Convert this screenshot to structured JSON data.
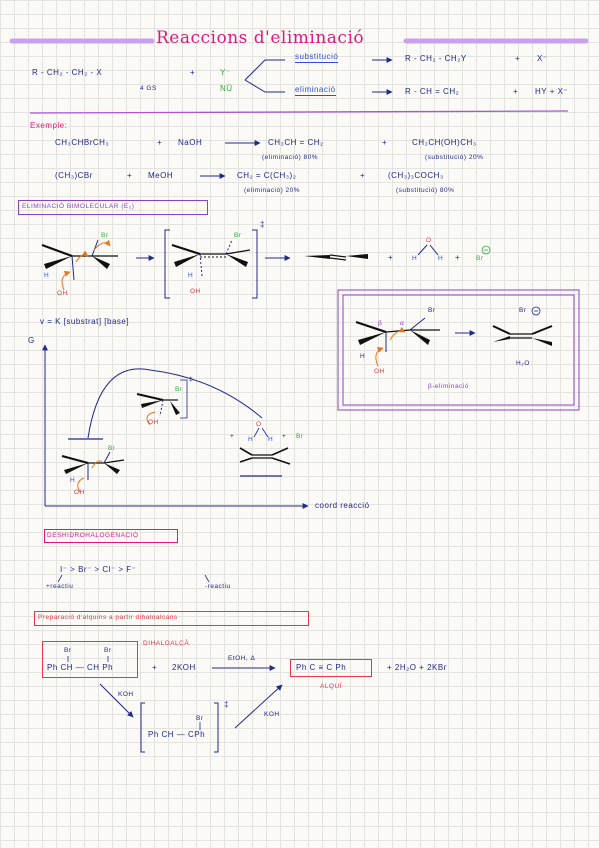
{
  "title": "Reaccions d'eliminació",
  "general": {
    "substrate": "R - CH₂ - CH₂ - X",
    "gs": "4 GS",
    "plus": "+",
    "reagent_top": "Y⁻",
    "reagent_bottom": "NÜ",
    "path_subst_label": "substitució",
    "path_subst_product": "R - CH₂ - CH₂Y",
    "path_subst_plus": "+",
    "path_subst_ion": "X⁻",
    "path_elim_label": "eliminació",
    "path_elim_product": "R - CH = CH₂",
    "path_elim_plus": "+",
    "path_elim_tail": "HY + X⁻"
  },
  "example": {
    "heading": "Exemple:",
    "r1_reactant": "CH₃CHBrCH₃",
    "r1_plus": "+",
    "r1_reagent": "NaOH",
    "r1_p1": "CH₃CH = CH₂",
    "r1_plus2": "+",
    "r1_p2": "CH₃CH(OH)CH₃",
    "r1_p1_note": "(eliminació) 80%",
    "r1_p2_note": "(substitució) 20%",
    "r2_reactant": "(CH₃)CBr",
    "r2_plus": "+",
    "r2_reagent": "MeOH",
    "r2_p1": "CH₂ = C(CH₃)₂",
    "r2_plus2": "+",
    "r2_p2": "(CH₃)₃COCH₃",
    "r2_p1_note": "(eliminació) 20%",
    "r2_p2_note": "(substitució) 80%"
  },
  "e2": {
    "heading": "ELIMINACIÓ BIMOLECULAR (E₂)",
    "br": "Br",
    "h": "H",
    "oh": "OH",
    "ts_mark": "‡",
    "o": "O",
    "plus": "+",
    "br_minus": "Br",
    "rate": "v = K [substrat] [base]"
  },
  "beta": {
    "br": "Br",
    "beta": "β",
    "alpha": "α",
    "h": "H",
    "oh": "OH",
    "br_minus": "Br",
    "water": "H₂O",
    "label": "β-eliminació"
  },
  "energy": {
    "y_label": "G",
    "x_label": "coord reacció",
    "ts_mark": "‡",
    "o": "O",
    "h": "H",
    "br": "Br",
    "plus": "+"
  },
  "dehydro": {
    "heading": "DESHIDROHALOGENACIÓ",
    "order": "I⁻ > Br⁻ > Cl⁻ > F⁻",
    "more": "+reactiu",
    "less": "-reactiu"
  },
  "alkyne": {
    "heading": "Preparació d'alquins a partir dihaloalcans",
    "dihalo_label": "DIHALOALCÀ",
    "br": "Br",
    "reactant": "Ph CH — CH Ph",
    "plus": "+",
    "reagent": "2KOH",
    "conditions": "EtOH, Δ",
    "product": "Ph C ≡ C Ph",
    "product_label": "ALQUÍ",
    "byproducts": "+ 2H₂O + 2KBr",
    "koh1": "KOH",
    "koh2": "KOH",
    "intermediate": "Ph CH — CPh",
    "ts_mark": "‡"
  }
}
